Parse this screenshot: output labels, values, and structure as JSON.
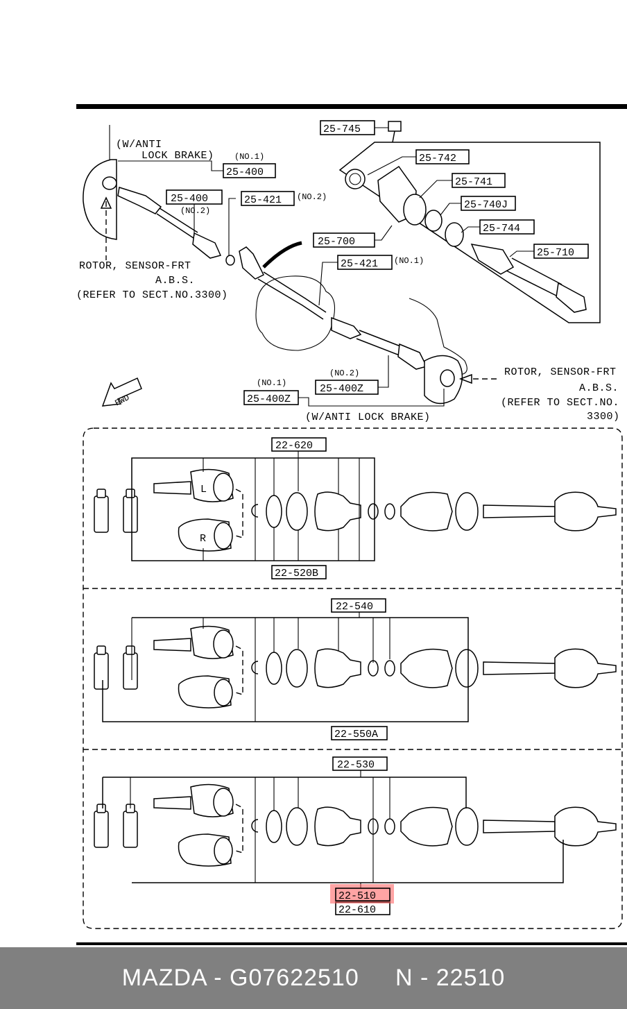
{
  "caption": {
    "text": "MAZDA - G07622510     N - 22510"
  },
  "top_section": {
    "notes": {
      "wanti_top_line1": "(W/ANTI",
      "wanti_top_line2": "LOCK BRAKE)",
      "no1_a": "(NO.1)",
      "no2_a": "(NO.2)",
      "no2_b": "(NO.2)",
      "no1_b": "(NO.1)",
      "no2_c": "(NO.2)",
      "no1_c": "(NO.1)",
      "rotor_left_1": "ROTOR, SENSOR-FRT",
      "rotor_left_2": "A.B.S.",
      "rotor_left_3": "(REFER TO SECT.NO.3300)",
      "rotor_right_1": "ROTOR, SENSOR-FRT",
      "rotor_right_2": "A.B.S.",
      "rotor_right_3": "(REFER TO SECT.NO.",
      "rotor_right_4": "3300)",
      "wanti_bottom": "(W/ANTI LOCK BRAKE)",
      "fwd": "FWD"
    },
    "labels": {
      "p25_745": "25-745",
      "p25_742": "25-742",
      "p25_741": "25-741",
      "p25_740j": "25-740J",
      "p25_744": "25-744",
      "p25_710": "25-710",
      "p25_700": "25-700",
      "p25_400_a": "25-400",
      "p25_400_b": "25-400",
      "p25_421_a": "25-421",
      "p25_421_b": "25-421",
      "p25_400z_a": "25-400Z",
      "p25_400z_b": "25-400Z"
    }
  },
  "bottom_section": {
    "group1": {
      "top_label": "22-620",
      "bottom_label": "22-520B",
      "joint_l": "L",
      "joint_r": "R"
    },
    "group2": {
      "top_label": "22-540",
      "bottom_label": "22-550A"
    },
    "group3": {
      "top_label": "22-530",
      "bottom_label": "22-510",
      "bottom_label_2": "22-610"
    }
  },
  "highlight": {
    "part_number": "22-510",
    "color": "#ff0000"
  }
}
